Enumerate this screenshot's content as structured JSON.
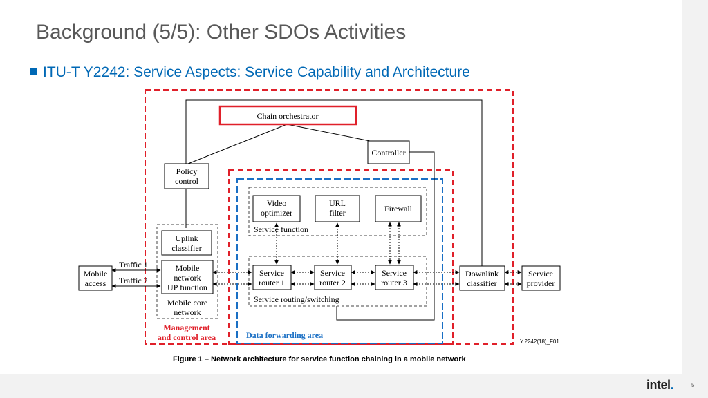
{
  "slide": {
    "title": "Background (5/5): Other SDOs Activities",
    "bullet": "ITU-T Y2242: Service Aspects: Service Capability and Architecture",
    "caption": "Figure 1 – Network architecture for service function chaining in a mobile network",
    "page_number": "5",
    "logo": "intel"
  },
  "diagram": {
    "chain_orchestrator": "Chain orchestrator",
    "controller": "Controller",
    "policy_control": [
      "Policy",
      "control"
    ],
    "video_optimizer": [
      "Video",
      "optimizer"
    ],
    "url_filter": [
      "URL",
      "filter"
    ],
    "firewall": "Firewall",
    "service_function_label": "Service function",
    "uplink_classifier": [
      "Uplink",
      "classifier"
    ],
    "mobile_network_up": [
      "Mobile",
      "network",
      "UP function"
    ],
    "mobile_core_network": [
      "Mobile core",
      "network"
    ],
    "mobile_access": [
      "Mobile",
      "access"
    ],
    "traffic_1": "Traffic 1",
    "traffic_2": "Traffic 2",
    "service_router_1": [
      "Service",
      "router 1"
    ],
    "service_router_2": [
      "Service",
      "router 2"
    ],
    "service_router_3": [
      "Service",
      "router 3"
    ],
    "service_routing_label": "Service routing/switching",
    "downlink_classifier": [
      "Downlink",
      "classifier"
    ],
    "service_provider": [
      "Service",
      "provider"
    ],
    "management_area": [
      "Management",
      "and control area"
    ],
    "data_forwarding_area": "Data forwarding area",
    "figure_id": "Y.2242(18)_F01"
  },
  "colors": {
    "accent_blue": "#0068b5",
    "red_dash": "#e0202a",
    "blue_dash": "#1a6fc4"
  }
}
